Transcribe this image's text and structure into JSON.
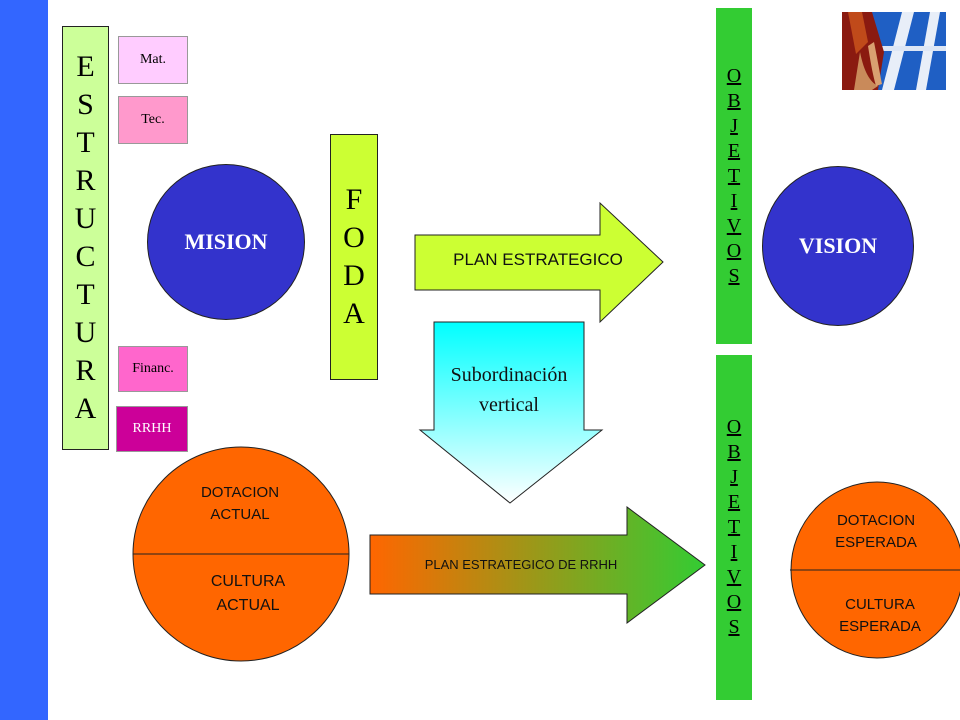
{
  "colors": {
    "left_bar": "#3366FF",
    "estructura_box": "#CCFF99",
    "foda_box": "#CCFF33",
    "objetivos_box": "#33CC33",
    "mat": "#FFCCFF",
    "tec": "#FF99CC",
    "financ": "#FF66CC",
    "rrhh": "#CC0099",
    "mision_circle": "#3333CC",
    "vision_circle": "#3333CC",
    "dotacion_circle": "#FF6600",
    "arrow_gradient_start": "#FF6600",
    "arrow_gradient_end": "#33CC33",
    "down_arrow_top": "#00FFFF",
    "down_arrow_bottom": "#FFFFFF"
  },
  "estructura": {
    "letters": [
      "E",
      "S",
      "T",
      "R",
      "U",
      "C",
      "T",
      "U",
      "R",
      "A"
    ]
  },
  "resource_boxes": {
    "mat": "Mat.",
    "tec": "Tec.",
    "financ": "Financ.",
    "rrhh": "RRHH"
  },
  "mision": {
    "label": "MISION"
  },
  "foda": {
    "letters": [
      "F",
      "O",
      "D",
      "A"
    ]
  },
  "plan_estrategico": {
    "label": "PLAN ESTRATEGICO"
  },
  "subordinacion": {
    "line1": "Subordinación",
    "line2": "vertical"
  },
  "objetivos_top": {
    "letters": [
      "O",
      "B",
      "J",
      "E",
      "T",
      "I",
      "V",
      "O",
      "S"
    ]
  },
  "objetivos_bottom": {
    "letters": [
      "O",
      "B",
      "J",
      "E",
      "T",
      "I",
      "V",
      "O",
      "S"
    ]
  },
  "vision": {
    "label": "VISION"
  },
  "dotacion_actual": {
    "top_line1": "DOTACION",
    "top_line2": "ACTUAL",
    "bottom_line1": "CULTURA",
    "bottom_line2": "ACTUAL"
  },
  "plan_estrategico_rrhh": {
    "label": "PLAN ESTRATEGICO DE RRHH"
  },
  "dotacion_esperada": {
    "top_line1": "DOTACION",
    "top_line2": "ESPERADA",
    "bottom_line1": "CULTURA",
    "bottom_line2": "ESPERADA"
  },
  "photo": {
    "icon": "athlete-start-photo"
  }
}
